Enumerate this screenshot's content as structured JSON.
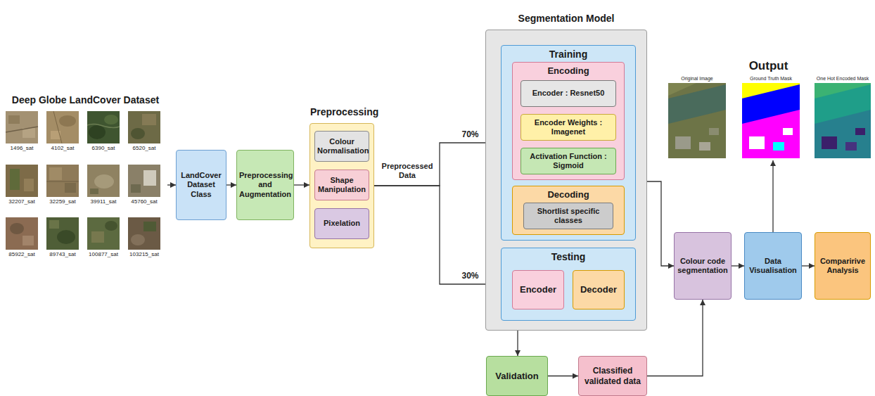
{
  "diagram": {
    "nodes": [
      {
        "text": [
          "Deep Globe LandCover Dataset"
        ]
      },
      {
        "text": [
          "LandCover Dataset Class"
        ]
      },
      {
        "text": [
          "Preprocessing and Augmentation"
        ]
      },
      {
        "text": [
          "Preprocessing"
        ]
      },
      {
        "text": [
          "Colour Normalisation"
        ],
        "in": 3
      },
      {
        "text": [
          "Shape Manipulation"
        ],
        "in": 3
      },
      {
        "text": [
          "Pixelation"
        ],
        "in": 3
      },
      {
        "text": [
          "Segmentation Model"
        ]
      },
      {
        "text": [
          "Training"
        ],
        "in": 7
      },
      {
        "text": [
          "Encoding"
        ],
        "in": 8
      },
      {
        "text": [
          "Encoder : Resnet50"
        ],
        "in": 9
      },
      {
        "text": [
          "Encoder Weights : Imagenet"
        ],
        "in": 9
      },
      {
        "text": [
          "Activation Function : Sigmoid"
        ],
        "in": 9
      },
      {
        "text": [
          "Decoding"
        ],
        "in": 8
      },
      {
        "text": [
          "Shortlist specific classes"
        ],
        "in": 13
      },
      {
        "text": [
          "Testing"
        ],
        "in": 7
      },
      {
        "text": [
          "Encoder"
        ],
        "in": 15
      },
      {
        "text": [
          "Decoder"
        ],
        "in": 15
      },
      {
        "text": [
          "Validation"
        ]
      },
      {
        "text": [
          "Classified validated data"
        ]
      },
      {
        "text": [
          "Colour code segmentation"
        ]
      },
      {
        "text": [
          "Data Visualisation"
        ]
      },
      {
        "text": [
          "Comparirive Analysis"
        ]
      },
      {
        "text": [
          "Output"
        ]
      }
    ],
    "edges": [
      {
        "from": 0,
        "to": 1,
        "arrow": "to"
      },
      {
        "from": 1,
        "to": 2,
        "arrow": "to"
      },
      {
        "from": 2,
        "to": 3,
        "arrow": "to"
      },
      {
        "from": 3,
        "to": 8,
        "label": "70%",
        "arrow": "to"
      },
      {
        "from": 3,
        "to": 15,
        "label": "30%",
        "arrow": "to"
      },
      {
        "from": 7,
        "to": 18,
        "arrow": "to"
      },
      {
        "from": 18,
        "to": 19,
        "arrow": "to"
      },
      {
        "from": 19,
        "to": 20,
        "arrow": "to"
      },
      {
        "from": 7,
        "to": 20,
        "arrow": "to"
      },
      {
        "from": 20,
        "to": 21,
        "arrow": "to"
      },
      {
        "from": 21,
        "to": 22,
        "arrow": "to"
      },
      {
        "from": 21,
        "to": 23,
        "arrow": "to"
      }
    ],
    "labels": [
      "1496_sat",
      "4102_sat",
      "6390_sat",
      "6520_sat",
      "32207_sat",
      "32259_sat",
      "39911_sat",
      "45760_sat",
      "85922_sat",
      "89743_sat",
      "100877_sat",
      "103215_sat",
      "Preprocessed Data",
      "Original Image",
      "Ground Truth Mask",
      "One Hot Encoded Mask"
    ]
  }
}
